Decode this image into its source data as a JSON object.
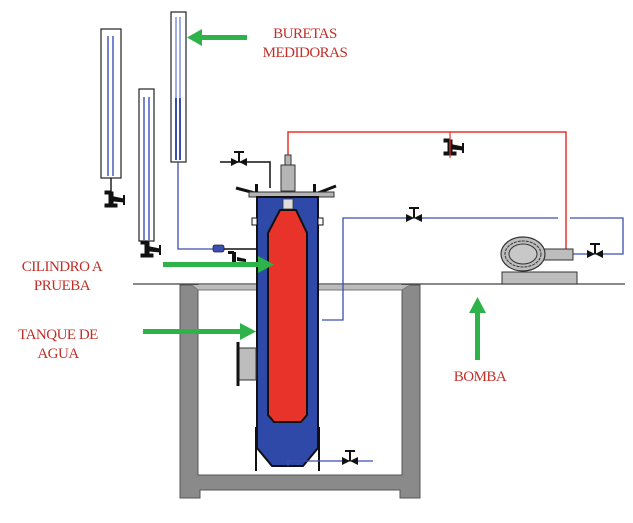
{
  "labels": {
    "buretas": [
      "BURETAS",
      "MEDIDORAS"
    ],
    "cilindro": [
      "CILINDRO A",
      "PRUEBA"
    ],
    "tanque": [
      "TANQUE DE",
      "AGUA"
    ],
    "bomba": "BOMBA"
  },
  "colors": {
    "label_text": "#c0302a",
    "arrow": "#2db34a",
    "water_blue": "#2f49a8",
    "cylinder_red": "#e8332b",
    "pressure_line": "#e8332b",
    "water_line": "#3a4fb0",
    "steel_gray": "#8a8a8a",
    "light_gray": "#c0c0c0"
  }
}
